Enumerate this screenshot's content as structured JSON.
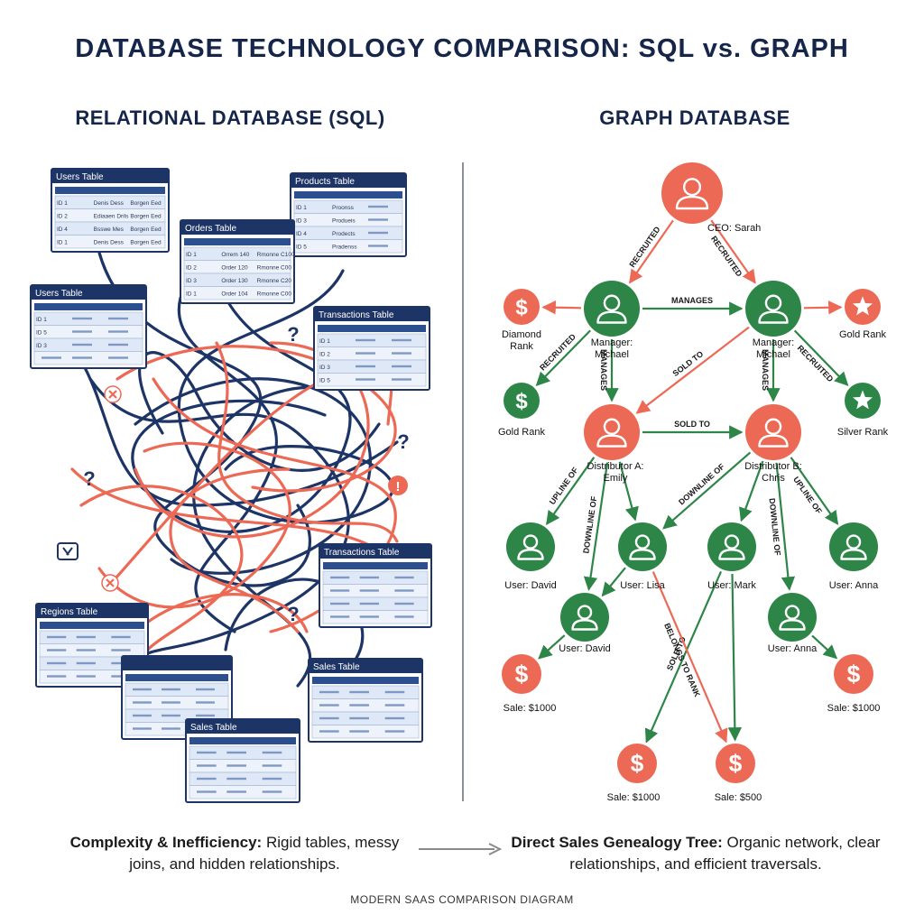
{
  "title": "DATABASE TECHNOLOGY COMPARISON: SQL vs. GRAPH",
  "left_heading": "RELATIONAL DATABASE (SQL)",
  "right_heading": "GRAPH DATABASE",
  "tables": [
    {
      "title": "Users Table",
      "rows": [
        [
          "ID 1",
          "Denis Dess",
          "Borgen Eed"
        ],
        [
          "ID 2",
          "Ediaaen Drils",
          "Borgen Eed"
        ],
        [
          "ID 4",
          "Bsswe Mes",
          "Borgen Eed"
        ],
        [
          "ID 1",
          "Denis Dess",
          "Borgen Eed"
        ]
      ]
    },
    {
      "title": "Products Table",
      "rows": [
        [
          "ID 1",
          "Proonss",
          ""
        ],
        [
          "ID 3",
          "Produeis",
          ""
        ],
        [
          "ID 4",
          "Prodects",
          ""
        ],
        [
          "ID 5",
          "Pradenss",
          ""
        ]
      ]
    },
    {
      "title": "Orders Table",
      "rows": [
        [
          "ID 1",
          "Orrem 140",
          "Rmonne C100"
        ],
        [
          "ID 2",
          "Order 120",
          "Rmonne C00"
        ],
        [
          "ID 3",
          "Order 130",
          "Rmonne C20"
        ],
        [
          "ID 1",
          "Order 104",
          "Rmonne C00"
        ]
      ]
    },
    {
      "title": "Users Table",
      "rows": [
        [
          "ID 1",
          "",
          ""
        ],
        [
          "ID 5",
          "",
          ""
        ],
        [
          "ID 3",
          "",
          ""
        ],
        [
          "",
          "",
          ""
        ]
      ]
    },
    {
      "title": "Transactions Table",
      "rows": [
        [
          "ID 1",
          "",
          ""
        ],
        [
          "ID 2",
          "",
          ""
        ],
        [
          "ID 3",
          "",
          ""
        ],
        [
          "ID 5",
          "",
          ""
        ]
      ]
    },
    {
      "title": "Transactions Table",
      "rows": [
        [
          "",
          "",
          ""
        ],
        [
          "",
          "",
          ""
        ],
        [
          "",
          "",
          ""
        ],
        [
          "",
          "",
          ""
        ]
      ]
    },
    {
      "title": "Regions Table",
      "rows": [
        [
          "",
          "",
          ""
        ],
        [
          "",
          "",
          ""
        ],
        [
          "",
          "",
          ""
        ],
        [
          "",
          "",
          ""
        ]
      ]
    },
    {
      "title": "",
      "rows": [
        [
          "",
          "",
          ""
        ],
        [
          "",
          "",
          ""
        ],
        [
          "",
          "",
          ""
        ],
        [
          "",
          "",
          ""
        ]
      ]
    },
    {
      "title": "Sales Table",
      "rows": [
        [
          "",
          "",
          ""
        ],
        [
          "",
          "",
          ""
        ],
        [
          "",
          "",
          ""
        ],
        [
          "",
          "",
          ""
        ]
      ]
    },
    {
      "title": "Sales Table",
      "rows": [
        [
          "",
          "",
          ""
        ],
        [
          "",
          "",
          ""
        ],
        [
          "",
          "",
          ""
        ],
        [
          "",
          "",
          ""
        ]
      ]
    }
  ],
  "graph": {
    "nodes": [
      {
        "id": "ceo",
        "label": "CEO: Sarah",
        "icon": "person",
        "color": "#ec6a55"
      },
      {
        "id": "mgr1",
        "label": "Manager:\nMichael",
        "icon": "person",
        "color": "#2e8548"
      },
      {
        "id": "mgr2",
        "label": "Manager:\nMichael",
        "icon": "person",
        "color": "#2e8548"
      },
      {
        "id": "diamond",
        "label": "Diamond\nRank",
        "icon": "dollar",
        "color": "#ec6a55"
      },
      {
        "id": "goldrank1",
        "label": "Gold Rank",
        "icon": "star",
        "color": "#ec6a55"
      },
      {
        "id": "goldrank2",
        "label": "Gold Rank",
        "icon": "dollar",
        "color": "#2e8548"
      },
      {
        "id": "silver",
        "label": "Silver Rank",
        "icon": "star",
        "color": "#2e8548"
      },
      {
        "id": "distA",
        "label": "Distributor A:\nEmily",
        "icon": "person",
        "color": "#ec6a55"
      },
      {
        "id": "distB",
        "label": "Distributor B:\nChris",
        "icon": "person",
        "color": "#ec6a55"
      },
      {
        "id": "david1",
        "label": "User: David",
        "icon": "person",
        "color": "#2e8548"
      },
      {
        "id": "lisa",
        "label": "User: Lisa",
        "icon": "person",
        "color": "#2e8548"
      },
      {
        "id": "mark",
        "label": "User: Mark",
        "icon": "person",
        "color": "#2e8548"
      },
      {
        "id": "anna1",
        "label": "User: Anna",
        "icon": "person",
        "color": "#2e8548"
      },
      {
        "id": "david2",
        "label": "User: David",
        "icon": "person",
        "color": "#2e8548"
      },
      {
        "id": "anna2",
        "label": "User: Anna",
        "icon": "person",
        "color": "#2e8548"
      },
      {
        "id": "sale1",
        "label": "Sale: $1000",
        "icon": "dollar",
        "color": "#ec6a55"
      },
      {
        "id": "sale2",
        "label": "Sale: $1000",
        "icon": "dollar",
        "color": "#ec6a55"
      },
      {
        "id": "sale3",
        "label": "Sale: $1000",
        "icon": "dollar",
        "color": "#ec6a55"
      },
      {
        "id": "sale4",
        "label": "Sale: $500",
        "icon": "dollar",
        "color": "#ec6a55"
      }
    ],
    "edges": [
      {
        "from": "ceo",
        "to": "mgr1",
        "label": "RECRUITED",
        "color": "#ec6a55"
      },
      {
        "from": "ceo",
        "to": "mgr2",
        "label": "RECRUITED",
        "color": "#ec6a55"
      },
      {
        "from": "mgr1",
        "to": "mgr2",
        "label": "MANAGES",
        "color": "#2e8548"
      },
      {
        "from": "mgr1",
        "to": "diamond",
        "label": "",
        "color": "#ec6a55"
      },
      {
        "from": "mgr2",
        "to": "goldrank1",
        "label": "",
        "color": "#ec6a55"
      },
      {
        "from": "mgr1",
        "to": "goldrank2",
        "label": "RECRUITED",
        "color": "#2e8548"
      },
      {
        "from": "mgr2",
        "to": "silver",
        "label": "RECRUITED",
        "color": "#2e8548"
      },
      {
        "from": "mgr1",
        "to": "distA",
        "label": "MANAGES",
        "color": "#2e8548"
      },
      {
        "from": "mgr2",
        "to": "distA",
        "label": "SOLD TO",
        "color": "#ec6a55"
      },
      {
        "from": "mgr2",
        "to": "distB",
        "label": "MANAGES",
        "color": "#2e8548"
      },
      {
        "from": "distA",
        "to": "distB",
        "label": "SOLD TO",
        "color": "#2e8548"
      },
      {
        "from": "distA",
        "to": "david1",
        "label": "UPLINE OF",
        "color": "#2e8548"
      },
      {
        "from": "distA",
        "to": "lisa",
        "label": "",
        "color": "#2e8548"
      },
      {
        "from": "distB",
        "to": "lisa",
        "label": "DOWNLINE OF",
        "color": "#2e8548"
      },
      {
        "from": "distB",
        "to": "mark",
        "label": "",
        "color": "#2e8548"
      },
      {
        "from": "distB",
        "to": "anna1",
        "label": "UPLINE OF",
        "color": "#2e8548"
      },
      {
        "from": "distA",
        "to": "david2",
        "label": "DOWNLINE OF",
        "color": "#2e8548"
      },
      {
        "from": "lisa",
        "to": "david2",
        "label": "",
        "color": "#2e8548"
      },
      {
        "from": "distB",
        "to": "anna2",
        "label": "DOWNLINE OF",
        "color": "#2e8548"
      },
      {
        "from": "david2",
        "to": "sale1",
        "label": "",
        "color": "#2e8548"
      },
      {
        "from": "anna2",
        "to": "sale2",
        "label": "",
        "color": "#2e8548"
      },
      {
        "from": "mark",
        "to": "sale3",
        "label": "SOLD TO",
        "color": "#2e8548"
      },
      {
        "from": "lisa",
        "to": "sale4",
        "label": "BELONGS TO RANK",
        "color": "#ec6a55"
      },
      {
        "from": "mark",
        "to": "sale4",
        "label": "",
        "color": "#2e8548"
      }
    ]
  },
  "captions": {
    "left_bold": "Complexity & Inefficiency:",
    "left_text": " Rigid tables, messy joins, and hidden relationships.",
    "right_bold": "Direct Sales Genealogy Tree:",
    "right_text": " Organic network, clear relationships, and efficient traversals."
  },
  "footer": "MODERN SAAS COMPARISON DIAGRAM",
  "colors": {
    "navy": "#1d3466",
    "coral": "#ec6a55",
    "green": "#2e8548",
    "table_header": "#2c4f8f"
  }
}
